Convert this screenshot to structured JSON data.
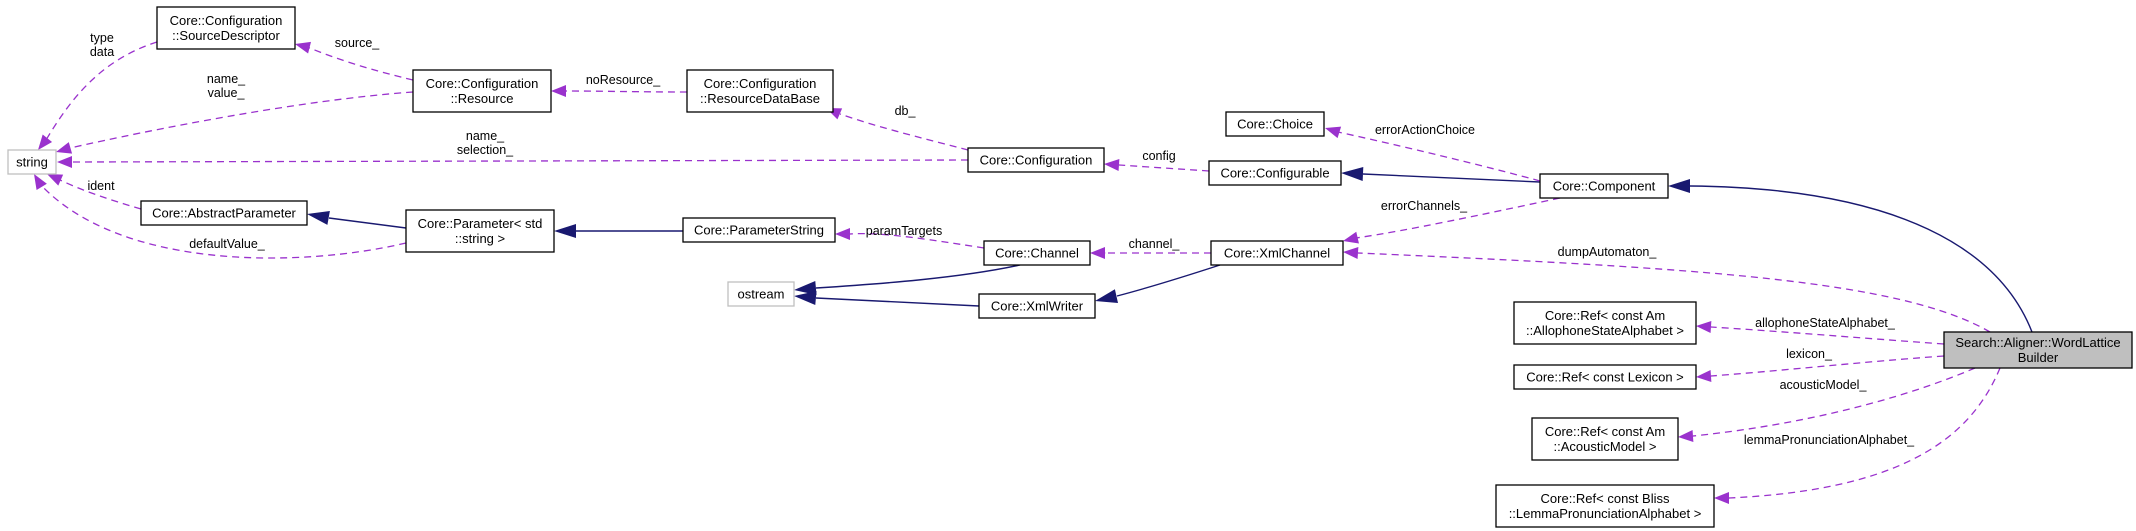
{
  "nodes": {
    "string": {
      "lines": [
        "string"
      ]
    },
    "ostream": {
      "lines": [
        "ostream"
      ]
    },
    "sourceDescriptor": {
      "lines": [
        "Core::Configuration",
        "::SourceDescriptor"
      ]
    },
    "resource": {
      "lines": [
        "Core::Configuration",
        "::Resource"
      ]
    },
    "resourceDataBase": {
      "lines": [
        "Core::Configuration",
        "::ResourceDataBase"
      ]
    },
    "configuration": {
      "lines": [
        "Core::Configuration"
      ]
    },
    "choice": {
      "lines": [
        "Core::Choice"
      ]
    },
    "configurable": {
      "lines": [
        "Core::Configurable"
      ]
    },
    "component": {
      "lines": [
        "Core::Component"
      ]
    },
    "abstractParameter": {
      "lines": [
        "Core::AbstractParameter"
      ]
    },
    "parameter": {
      "lines": [
        "Core::Parameter< std",
        "::string >"
      ]
    },
    "parameterString": {
      "lines": [
        "Core::ParameterString"
      ]
    },
    "channel": {
      "lines": [
        "Core::Channel"
      ]
    },
    "xmlChannel": {
      "lines": [
        "Core::XmlChannel"
      ]
    },
    "xmlWriter": {
      "lines": [
        "Core::XmlWriter"
      ]
    },
    "refAllophone": {
      "lines": [
        "Core::Ref< const Am",
        "::AllophoneStateAlphabet >"
      ]
    },
    "refLexicon": {
      "lines": [
        "Core::Ref< const Lexicon >"
      ]
    },
    "refAcoustic": {
      "lines": [
        "Core::Ref< const Am",
        "::AcousticModel >"
      ]
    },
    "refLemma": {
      "lines": [
        "Core::Ref< const Bliss",
        "::LemmaPronunciationAlphabet >"
      ]
    },
    "builder": {
      "lines": [
        "Search::Aligner::WordLattice",
        "Builder"
      ]
    }
  },
  "edge_labels": {
    "type_data": [
      "type",
      "data"
    ],
    "source": [
      "source_"
    ],
    "name_value": [
      "name_",
      "value_"
    ],
    "noResource": [
      "noResource_"
    ],
    "db": [
      "db_"
    ],
    "name_selection": [
      "name_",
      "selection_"
    ],
    "config": [
      "config"
    ],
    "errorActionChoice": [
      "errorActionChoice"
    ],
    "ident": [
      "ident"
    ],
    "defaultValue": [
      "defaultValue_"
    ],
    "errorChannels": [
      "errorChannels_"
    ],
    "paramTargets": [
      "paramTargets"
    ],
    "channel": [
      "channel_"
    ],
    "dumpAutomaton": [
      "dumpAutomaton_"
    ],
    "allophoneStateAlphabet": [
      "allophoneStateAlphabet_"
    ],
    "lexicon": [
      "lexicon_"
    ],
    "acousticModel": [
      "acousticModel_"
    ],
    "lemmaPronunciationAlphabet": [
      "lemmaPronunciationAlphabet_"
    ]
  },
  "colors": {
    "inheritance_edge": "#191970",
    "member_edge": "#9a32cd",
    "focus_fill": "#bfbfbf",
    "external_border": "#bfbfbf"
  }
}
